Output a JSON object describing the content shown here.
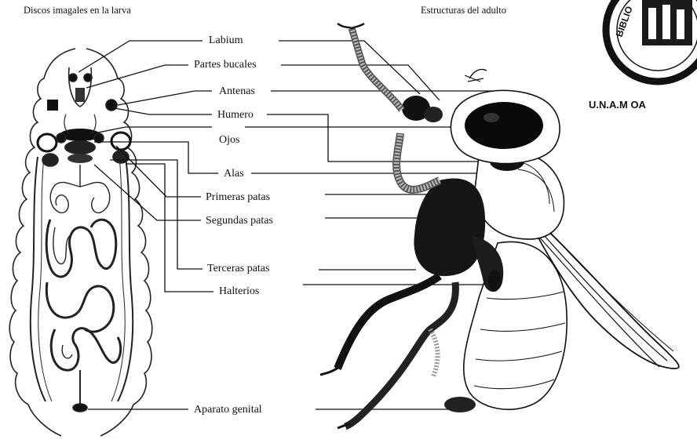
{
  "headings": {
    "left": "Discos imagales en la larva",
    "right": "Estructuras del adulto"
  },
  "labels": [
    {
      "id": "labium",
      "text": "Labium"
    },
    {
      "id": "partes-bucales",
      "text": "Partes bucales"
    },
    {
      "id": "antenas",
      "text": "Antenas"
    },
    {
      "id": "humero",
      "text": "Humero"
    },
    {
      "id": "ojos",
      "text": "Ojos"
    },
    {
      "id": "alas",
      "text": "Alas"
    },
    {
      "id": "primeras-patas",
      "text": "Primeras patas"
    },
    {
      "id": "segundas-patas",
      "text": "Segundas patas"
    },
    {
      "id": "terceras-patas",
      "text": "Terceras patas"
    },
    {
      "id": "halterios",
      "text": "Halterios"
    },
    {
      "id": "aparato-genital",
      "text": "Aparato genital"
    }
  ],
  "stamp": {
    "arc_text": "BIBLIO",
    "caption": "U.N.A.M  OA"
  }
}
